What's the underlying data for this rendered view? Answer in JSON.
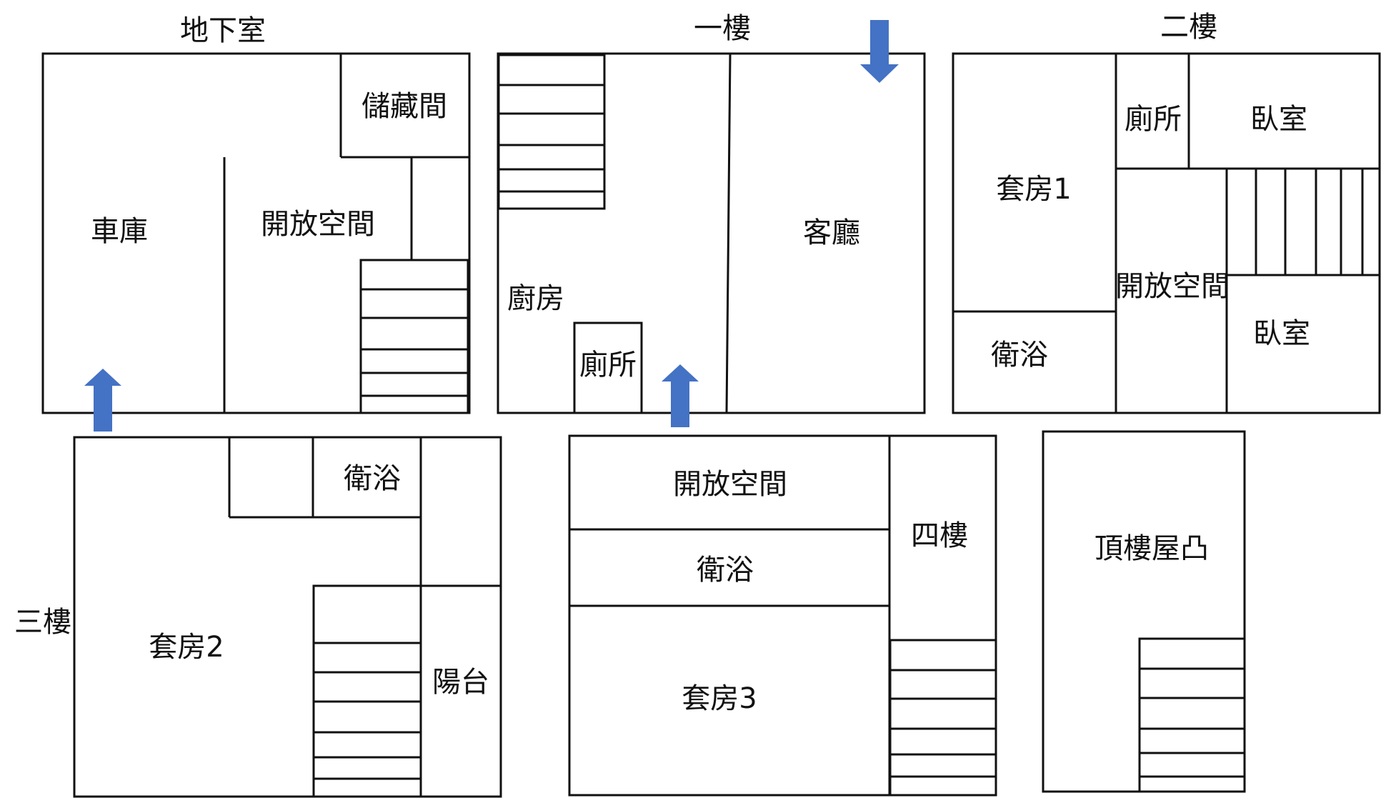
{
  "floors": {
    "basement": {
      "title": "地下室",
      "rooms": {
        "storage": "儲藏間",
        "garage": "車庫",
        "open_space": "開放空間"
      }
    },
    "first": {
      "title": "一樓",
      "rooms": {
        "kitchen": "廚房",
        "toilet": "廁所",
        "living_room": "客廳"
      }
    },
    "second": {
      "title": "二樓",
      "rooms": {
        "suite1": "套房1",
        "toilet": "廁所",
        "bedroom_top": "臥室",
        "open_space": "開放空間",
        "bathroom": "衛浴",
        "bedroom_bottom": "臥室"
      }
    },
    "third": {
      "title": "三樓",
      "rooms": {
        "bathroom": "衛浴",
        "suite2": "套房2",
        "balcony": "陽台"
      }
    },
    "fourth": {
      "title": "四樓",
      "rooms": {
        "open_space": "開放空間",
        "bathroom": "衛浴",
        "suite3": "套房3"
      }
    },
    "roof": {
      "title": "頂樓屋凸"
    }
  },
  "colors": {
    "arrow": "#4472C4",
    "walls": "#111111"
  }
}
